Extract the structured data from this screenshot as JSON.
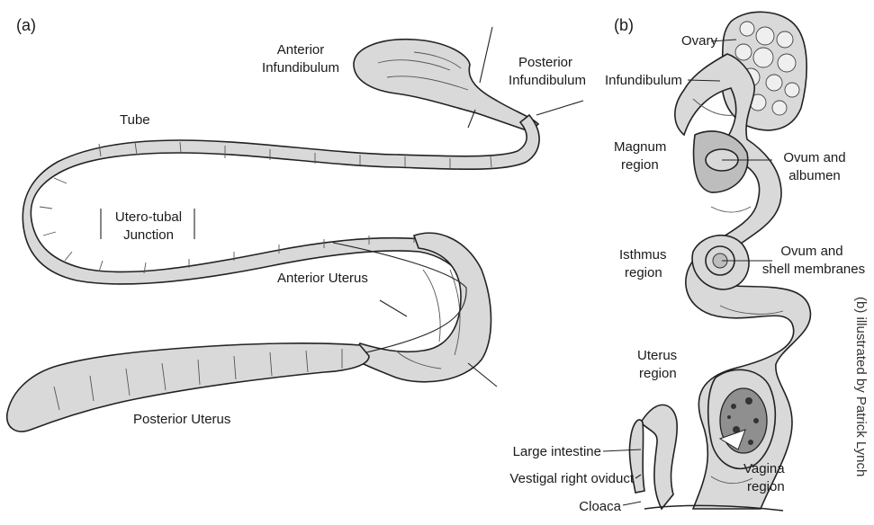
{
  "panels": {
    "a": {
      "label": "(a)",
      "anterior_infundibulum": [
        "Anterior",
        "Infundibulum"
      ],
      "posterior_infundibulum": [
        "Posterior",
        "Infundibulum"
      ],
      "tube": "Tube",
      "utero_tubal_junction": [
        "Utero-tubal",
        "Junction"
      ],
      "anterior_uterus": "Anterior Uterus",
      "posterior_uterus": "Posterior Uterus"
    },
    "b": {
      "label": "(b)",
      "ovary": "Ovary",
      "infundibulum": "Infundibulum",
      "magnum_region": [
        "Magnum",
        "region"
      ],
      "ovum_albumen": [
        "Ovum and",
        "albumen"
      ],
      "isthmus_region": [
        "Isthmus",
        "region"
      ],
      "ovum_shell": [
        "Ovum and",
        "shell membranes"
      ],
      "uterus_region": [
        "Uterus",
        "region"
      ],
      "large_intestine": "Large intestine",
      "vestigial_right_oviduct": "Vestigal right oviduct",
      "cloaca": "Cloaca",
      "vagina_region": [
        "Vagina",
        "region"
      ],
      "credit": "(b) illustrated by Patrick Lynch"
    }
  }
}
